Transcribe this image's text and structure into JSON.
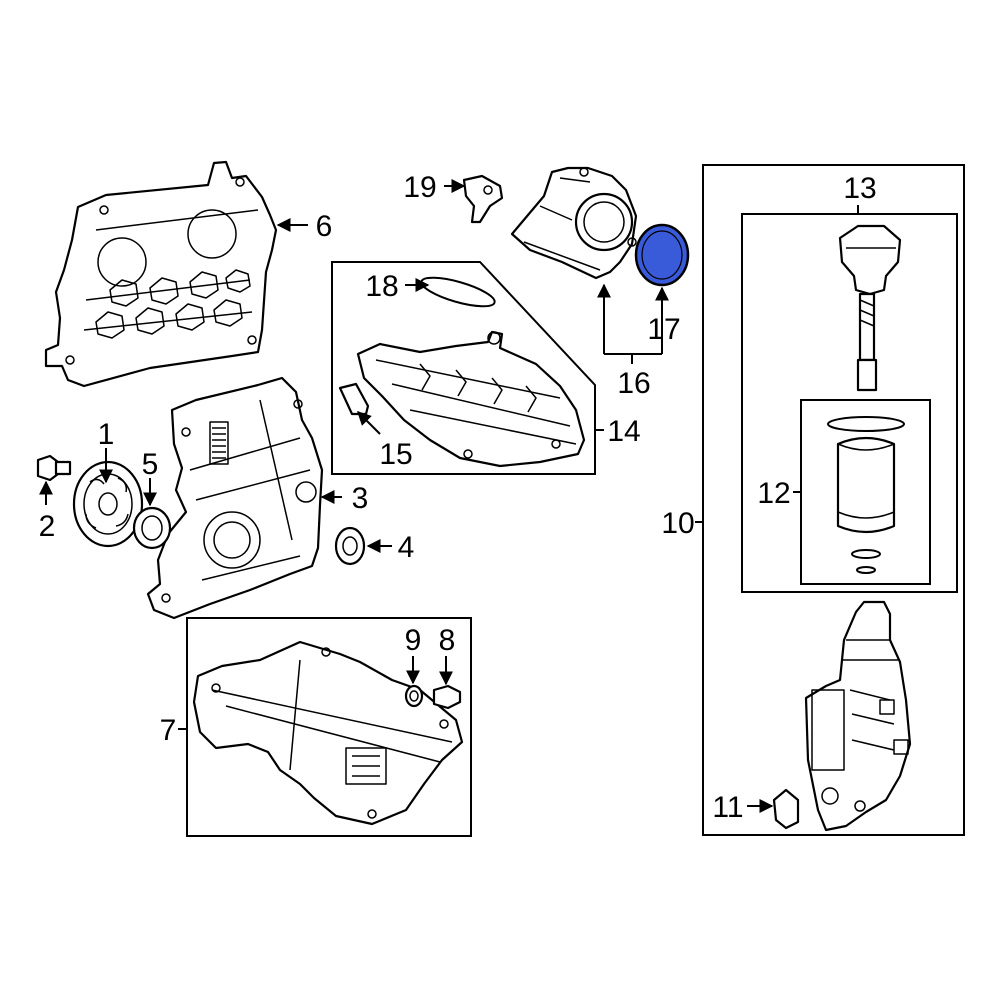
{
  "diagram": {
    "highlight_color": "#3a5bd9",
    "callouts": {
      "c1": "1",
      "c2": "2",
      "c3": "3",
      "c4": "4",
      "c5": "5",
      "c6": "6",
      "c7": "7",
      "c8": "8",
      "c9": "9",
      "c10": "10",
      "c11": "11",
      "c12": "12",
      "c13": "13",
      "c14": "14",
      "c15": "15",
      "c16": "16",
      "c17": "17",
      "c18": "18",
      "c19": "19"
    }
  }
}
